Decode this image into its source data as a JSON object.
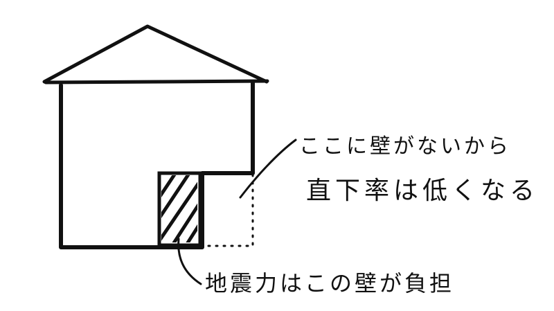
{
  "annotation_top": {
    "line1": "ここに壁がないから",
    "line2": "直下率は低くなる"
  },
  "annotation_bottom": {
    "text": "地震力はこの壁が負担"
  },
  "colors": {
    "ink": "#111111",
    "background": "#ffffff"
  }
}
